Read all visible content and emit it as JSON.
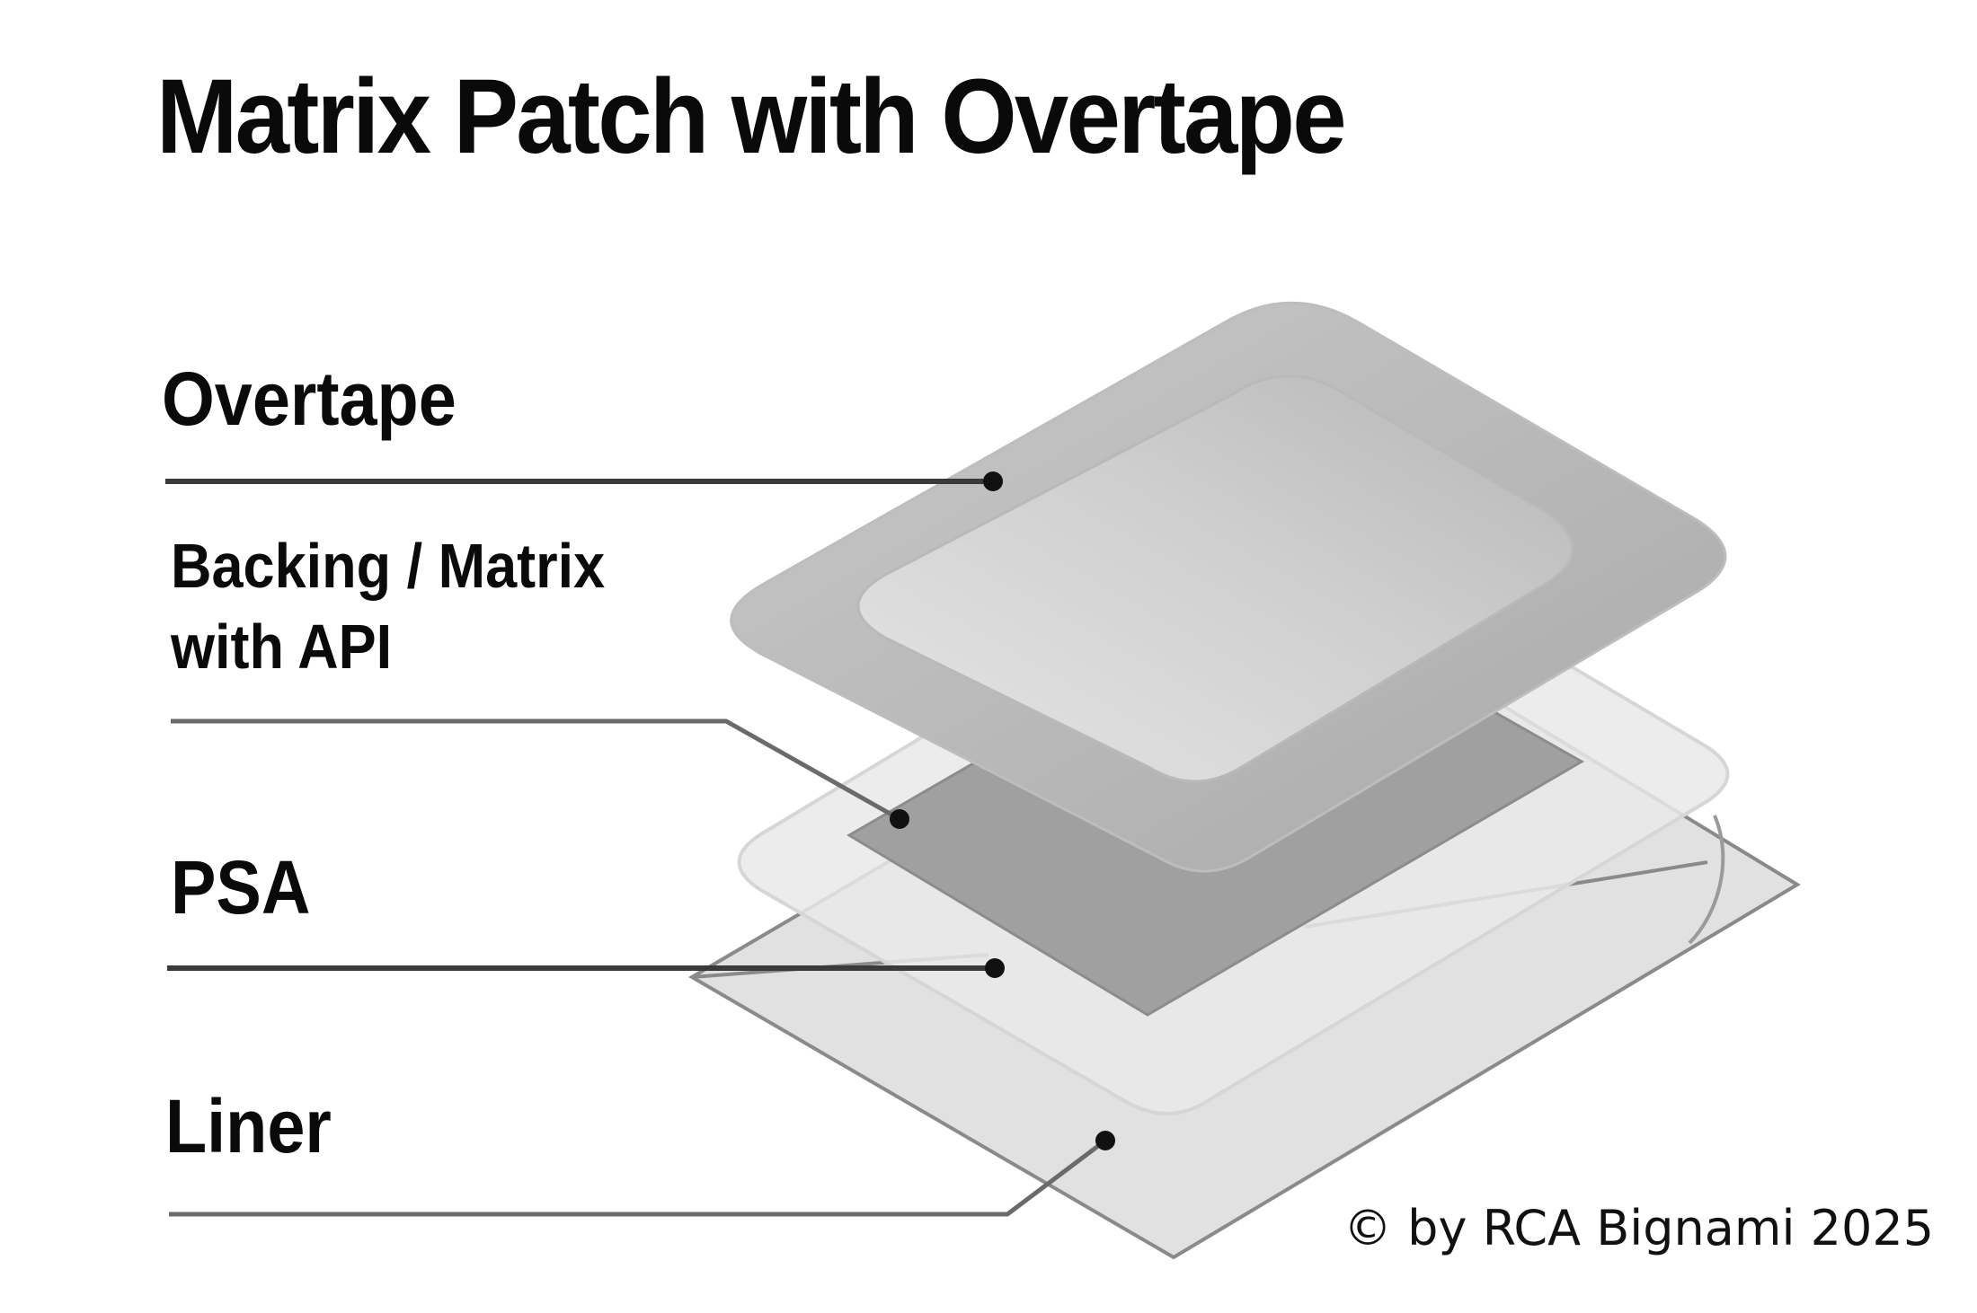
{
  "diagram": {
    "title": "Matrix Patch with Overtape",
    "layers": [
      {
        "label": "Overtape"
      },
      {
        "label_line1": "Backing / Matrix",
        "label_line2": "with API"
      },
      {
        "label": "PSA"
      },
      {
        "label": "Liner"
      }
    ],
    "copyright": "© by RCA Bignami 2025"
  }
}
